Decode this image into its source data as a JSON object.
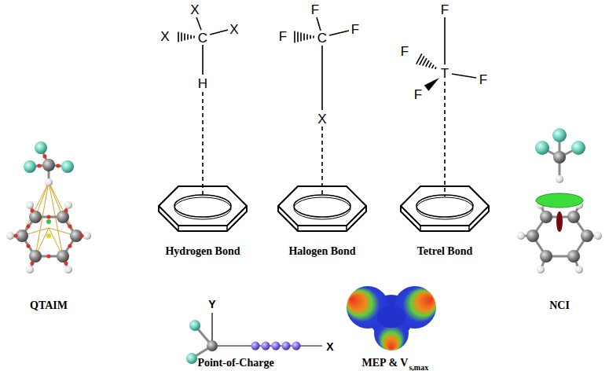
{
  "diagram": {
    "labels": [
      "X",
      "X",
      "C",
      "X",
      "H",
      "F",
      "F",
      "C",
      "F",
      "X",
      "F",
      "F",
      "F",
      "T",
      "F",
      "Hydrogen Bond",
      "Halogen Bond",
      "Tetrel Bond",
      "QTAIM",
      "NCI",
      "Y",
      "X",
      "Point-of-Charge",
      "MEP & V",
      "s,max"
    ]
  }
}
